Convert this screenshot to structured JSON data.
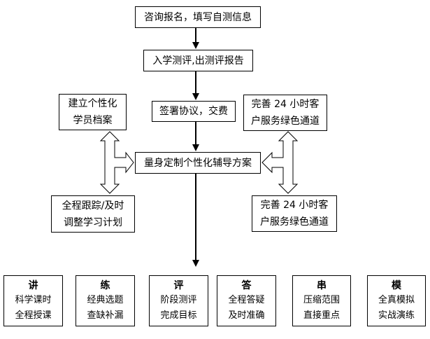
{
  "diagram": {
    "title": "enrollment-tutoring-flowchart",
    "colors": {
      "line": "#000000",
      "background": "#ffffff",
      "box_fill": "#ffffff",
      "text": "#000000"
    },
    "nodes": {
      "consult": {
        "text": "咨询报名，填写自测信息"
      },
      "assessment": {
        "text": "入学测评,出测评报告"
      },
      "sign": {
        "text": "签署协议，交费"
      },
      "profile": {
        "text": "建立个性化\n学员档案"
      },
      "channel_upper": {
        "text": "完善 24 小时客\n户服务绿色通道"
      },
      "central": {
        "text": "量身定制个性化辅导方案"
      },
      "track": {
        "text": "全程跟踪/及时\n调整学习计划"
      },
      "channel_lower": {
        "text": "完善 24 小时客\n户服务绿色通道"
      }
    },
    "bottom_row": [
      {
        "keyword": "讲",
        "line1": "科学课时",
        "line2": "全程授课"
      },
      {
        "keyword": "练",
        "line1": "经典选题",
        "line2": "查缺补漏"
      },
      {
        "keyword": "评",
        "line1": "阶段测评",
        "line2": "完成目标"
      },
      {
        "keyword": "答",
        "line1": "全程答疑",
        "line2": "及时准确"
      },
      {
        "keyword": "串",
        "line1": "压缩范围",
        "line2": "直接重点"
      },
      {
        "keyword": "模",
        "line1": "全真模拟",
        "line2": "实战演练"
      }
    ],
    "connections": [
      {
        "from": "consult",
        "to": "assessment",
        "type": "solid-arrow-down"
      },
      {
        "from": "assessment",
        "to": "sign",
        "type": "solid-arrow-down"
      },
      {
        "from": "sign",
        "to": "central",
        "type": "solid-arrow-down"
      },
      {
        "from": "central",
        "to": "bottom_row",
        "type": "solid-arrow-down"
      },
      {
        "between": [
          "profile",
          "track"
        ],
        "branch_to": "central",
        "type": "hollow-double-arrow"
      },
      {
        "between": [
          "channel_upper",
          "channel_lower"
        ],
        "branch_to": "central",
        "type": "hollow-double-arrow"
      }
    ]
  }
}
